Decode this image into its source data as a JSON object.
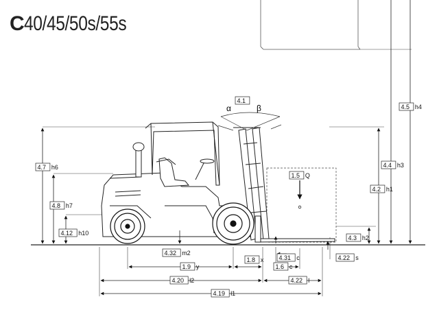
{
  "title": {
    "first_letter": "C",
    "rest": "40/45/50s/55s"
  },
  "diagram": {
    "callouts": [
      {
        "key": "mast_tilt",
        "num": "4.1",
        "label": ""
      },
      {
        "key": "load_center",
        "num": "1.5",
        "label": "Q"
      },
      {
        "key": "height_h6",
        "num": "4.7",
        "label": "h6"
      },
      {
        "key": "height_h7",
        "num": "4.8",
        "label": "h7"
      },
      {
        "key": "height_h10",
        "num": "4.12",
        "label": "h10"
      },
      {
        "key": "height_h1",
        "num": "4.2",
        "label": "h1"
      },
      {
        "key": "height_h3",
        "num": "4.4",
        "label": "h3"
      },
      {
        "key": "height_h4",
        "num": "4.5",
        "label": "h4"
      },
      {
        "key": "height_h2",
        "num": "4.3",
        "label": "h2"
      },
      {
        "key": "ground_clearance",
        "num": "4.32",
        "label": "m2"
      },
      {
        "key": "wheelbase",
        "num": "1.9",
        "label": "y"
      },
      {
        "key": "overhang_x",
        "num": "1.8",
        "label": "x"
      },
      {
        "key": "dim_c1",
        "num": "4.31",
        "label": "c"
      },
      {
        "key": "dim_c2",
        "num": "1.6",
        "label": "c"
      },
      {
        "key": "fork_s",
        "num": "4.22",
        "label": "s"
      },
      {
        "key": "length_l2",
        "num": "4.20",
        "label": "l2"
      },
      {
        "key": "fork_l",
        "num": "4.22",
        "label": "l"
      },
      {
        "key": "length_l1",
        "num": "4.19",
        "label": "l1"
      }
    ],
    "angle_alpha": "α",
    "angle_beta": "β"
  }
}
